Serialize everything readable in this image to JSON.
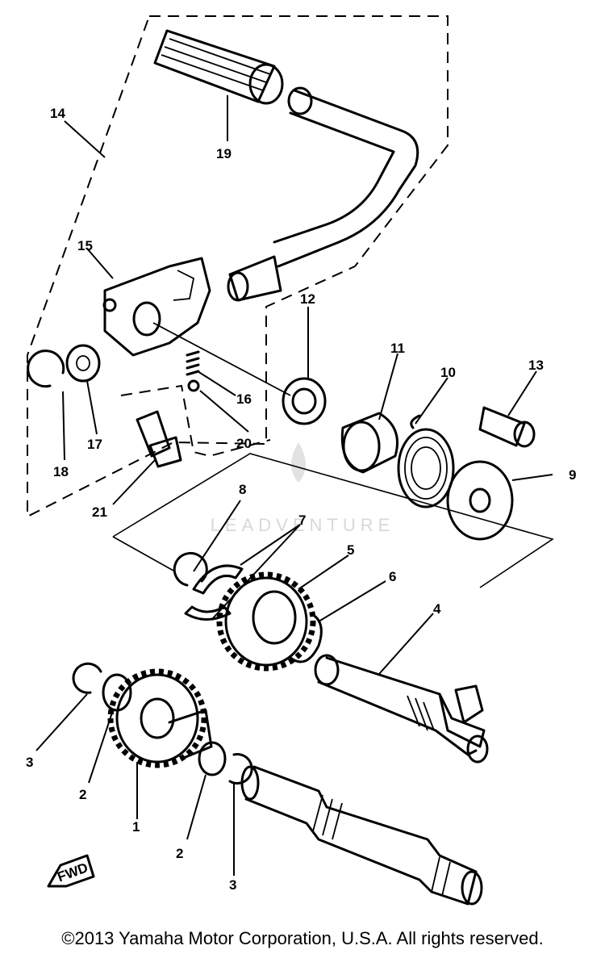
{
  "callouts": [
    "14",
    "19",
    "15",
    "12",
    "11",
    "10",
    "13",
    "16",
    "17",
    "18",
    "20",
    "21",
    "9",
    "8",
    "7",
    "5",
    "6",
    "4",
    "3",
    "2",
    "1",
    "2",
    "3"
  ],
  "fwd_label": "FWD",
  "watermark": "LEADVENTURE",
  "copyright": "©2013 Yamaha Motor Corporation, U.S.A. All rights reserved."
}
